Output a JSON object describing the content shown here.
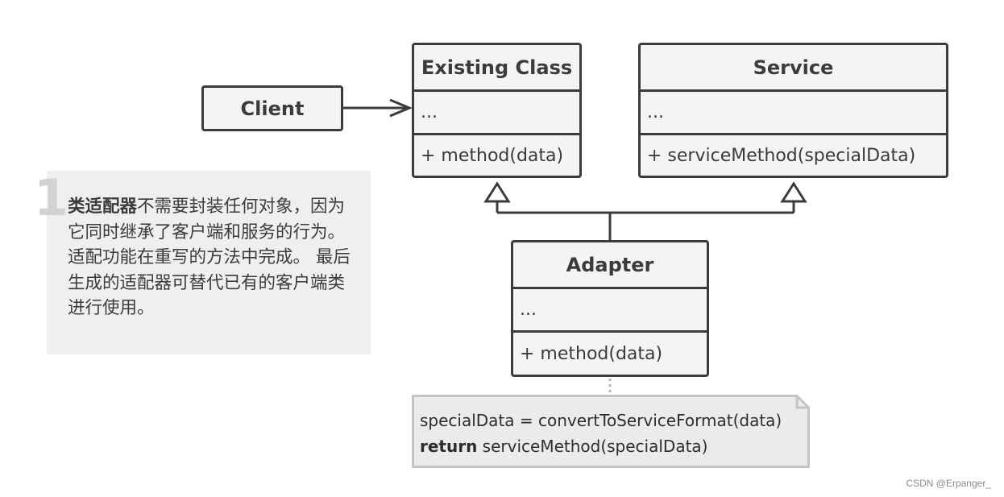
{
  "client": {
    "label": "Client"
  },
  "existing_class": {
    "name": "Existing Class",
    "attributes": "...",
    "method": "+ method(data)"
  },
  "service": {
    "name": "Service",
    "attributes": "...",
    "method": "+ serviceMethod(specialData)"
  },
  "adapter": {
    "name": "Adapter",
    "attributes": "...",
    "method": "+ method(data)"
  },
  "note": {
    "number": "1",
    "bold": "类适配器",
    "text": "不需要封装任何对象，因为它同时继承了客户端和服务的行为。 适配功能在重写的方法中完成。 最后生成的适配器可替代已有的客户端类进行使用。"
  },
  "code_note": {
    "line1": "specialData = convertToServiceFormat(data)",
    "line2_keyword": "return",
    "line2_rest": " serviceMethod(specialData)"
  },
  "watermark": "CSDN @Erpanger_"
}
